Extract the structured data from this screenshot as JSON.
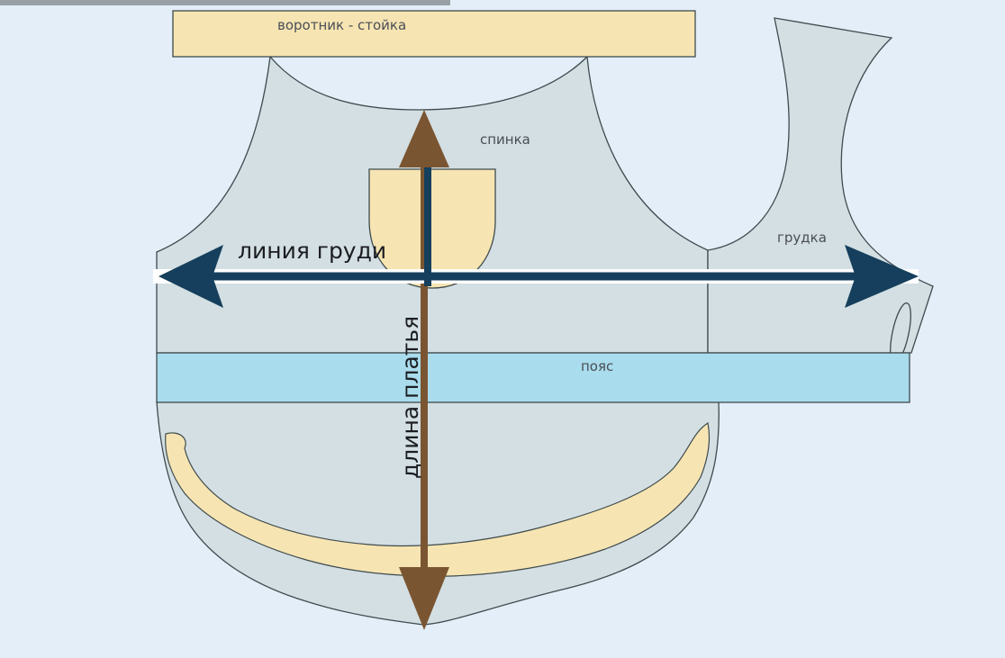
{
  "labels": {
    "collar": "воротник - стойка",
    "back": "спинка",
    "front": "грудка",
    "belt": "пояс",
    "bust_line": "линия груди",
    "dress_length": "длина платья"
  },
  "colors": {
    "background": "#e3eef8",
    "bodice": "#d3dfe2",
    "outline": "#3f4a4e",
    "cream": "#f6e5b2",
    "belt": "#a9dcec",
    "bust_arrow": "#153f5c",
    "length_arrow": "#7a5532"
  }
}
